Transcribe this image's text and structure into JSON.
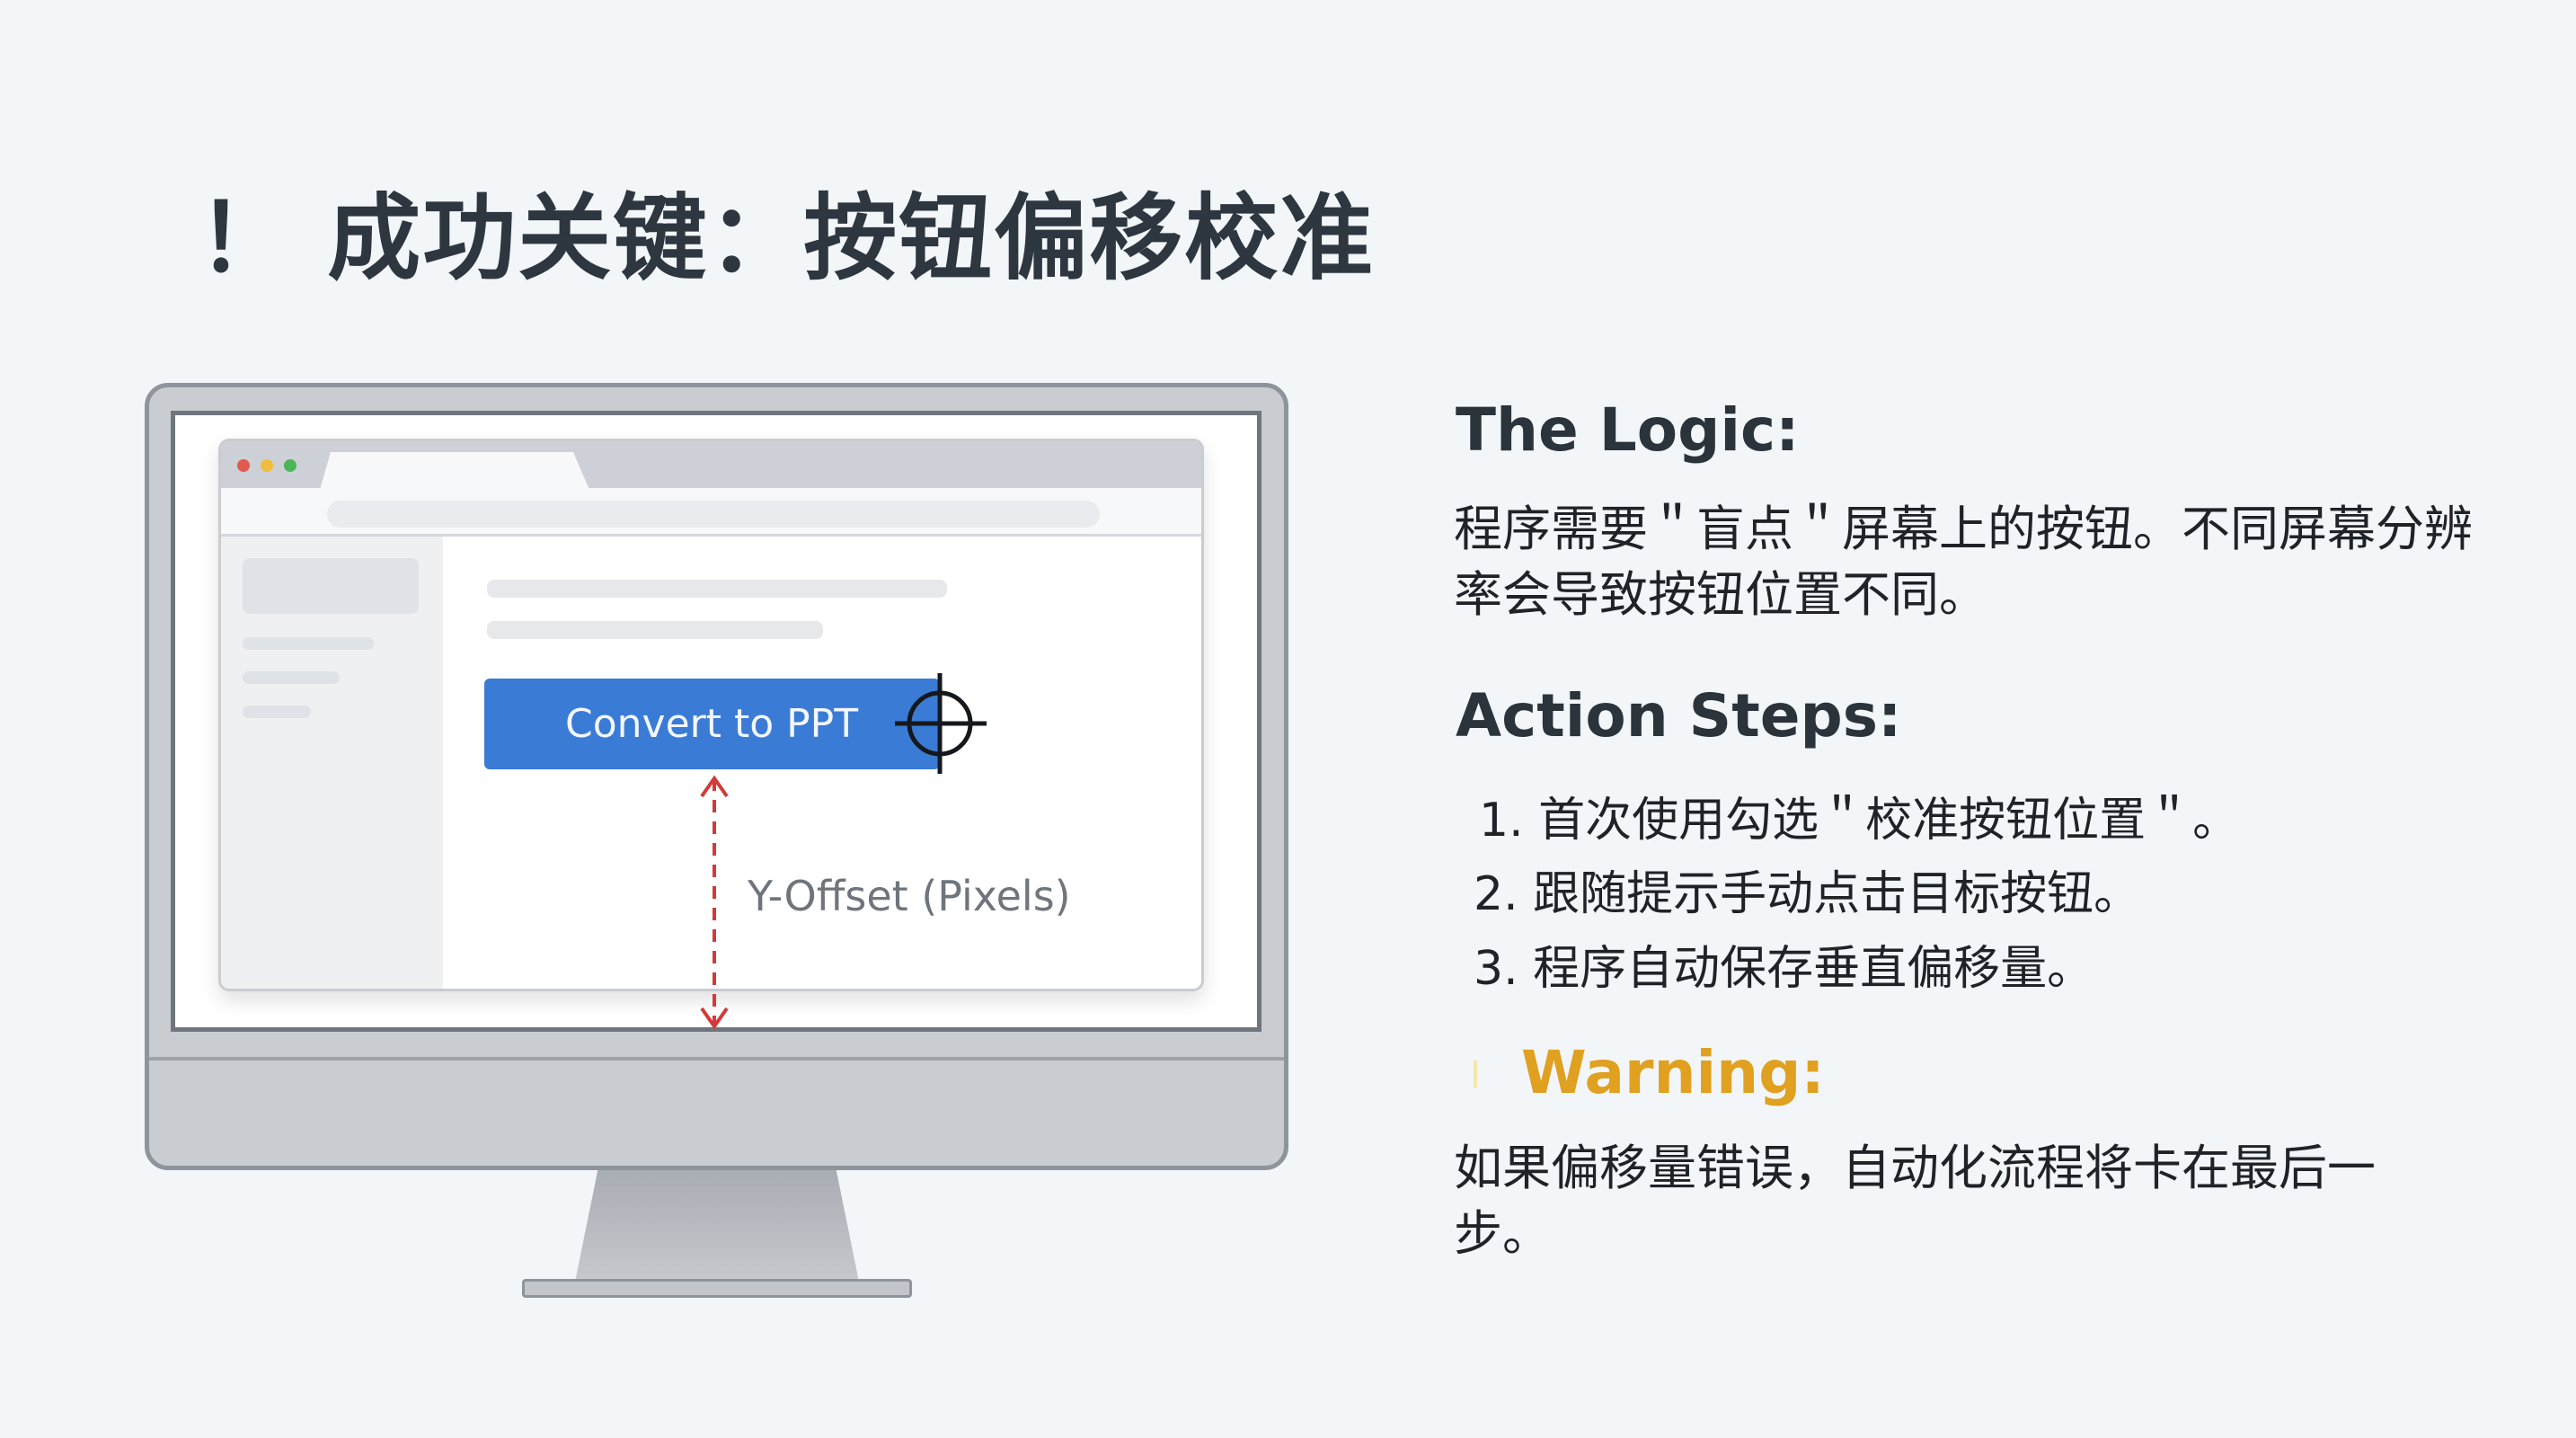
{
  "title": "！ 成功关键：按钮偏移校准",
  "illustration": {
    "button_label": "Convert to PPT",
    "offset_label": "Y-Offset (Pixels)",
    "icons": [
      "crosshair-icon",
      "double-arrow-icon"
    ]
  },
  "logic": {
    "heading": "The Logic:",
    "body": "程序需要＂盲点＂屏幕上的按钮。不同屏幕分辨率会导致按钮位置不同。"
  },
  "steps": {
    "heading": "Action Steps:",
    "items": [
      "1. 首次使用勾选＂校准按钮位置＂。",
      "2. 跟随提示手动点击目标按钮。",
      "3. 程序自动保存垂直偏移量。"
    ]
  },
  "warning": {
    "heading": "Warning:",
    "body": "如果偏移量错误，自动化流程将卡在最后一步。",
    "color": "#e0a020"
  }
}
